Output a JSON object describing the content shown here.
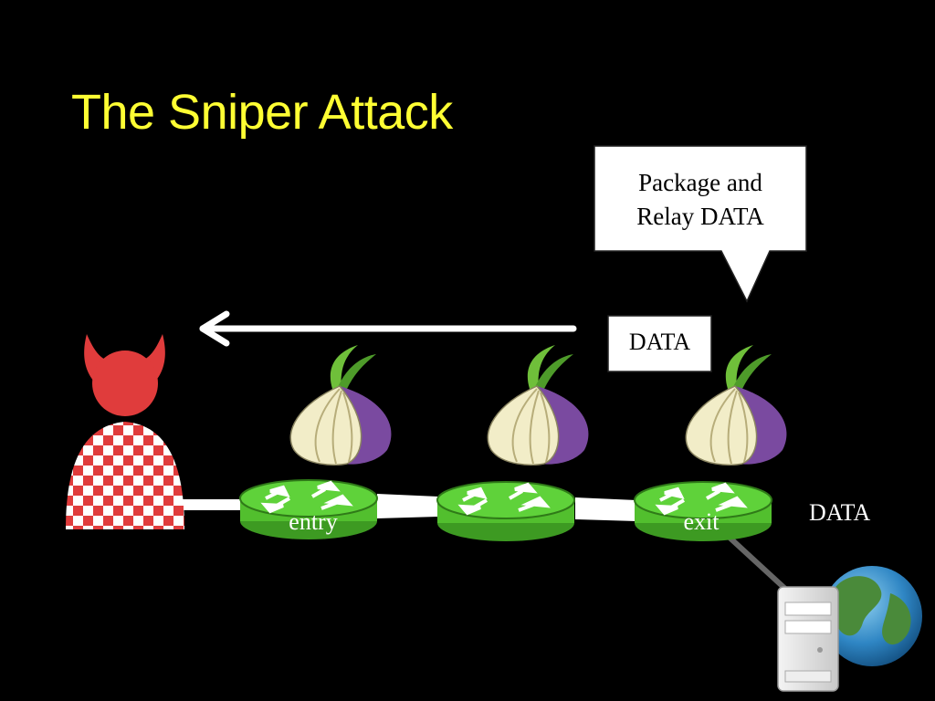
{
  "slide": {
    "title": "The Sniper Attack",
    "title_color": "#ffff33",
    "background": "#000000"
  },
  "callout": {
    "line1": "Package and",
    "line2": "Relay DATA"
  },
  "data_box": {
    "label": "DATA"
  },
  "relays": [
    {
      "label": "entry",
      "icon": "tor-onion-router-icon"
    },
    {
      "label": "",
      "icon": "tor-onion-router-icon"
    },
    {
      "label": "exit",
      "icon": "tor-onion-router-icon"
    }
  ],
  "destination": {
    "label": "DATA",
    "icons": [
      "server-icon",
      "globe-icon"
    ]
  },
  "attacker": {
    "icon": "devil-attacker-icon",
    "color": "#e03c3c"
  },
  "colors": {
    "router_green": "#5fd23a",
    "onion_purple": "#7a4aa0",
    "arrow": "#ffffff"
  }
}
